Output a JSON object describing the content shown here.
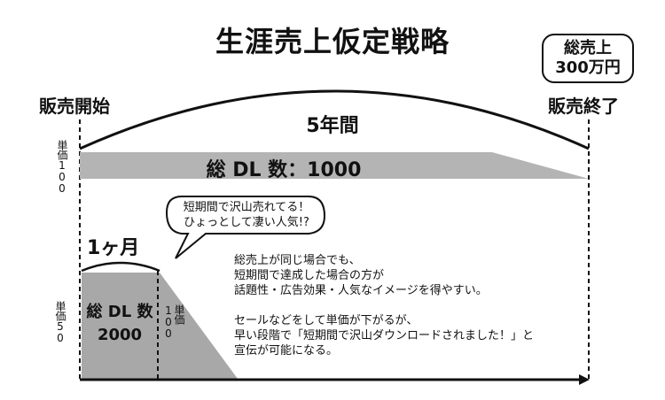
{
  "title": "生涯売上仮定戦略",
  "total_sales_badge": {
    "line1": "総売上",
    "line2": "300万円"
  },
  "start_label": "販売開始",
  "end_label": "販売終了",
  "period_label": "5年間",
  "long_term": {
    "unit_price_label": "単価100",
    "bar_label": "総 DL 数：1000"
  },
  "short_term": {
    "period_label": "1ヶ月",
    "unit_price_label": "単価50",
    "block_line1": "総 DL 数",
    "block_line2": "2000",
    "after_unit_price_label": "単価100"
  },
  "speech_bubble": {
    "line1": "短期間で沢山売れてる！",
    "line2": "ひょっとして凄い人気!?"
  },
  "notes": [
    "総売上が同じ場合でも、",
    "短期間で達成した場合の方が",
    "話題性・広告効果・人気なイメージを得やすい。",
    "",
    "セールなどをして単価が下がるが、",
    "早い段階で「短期間で沢山ダウンロードされました！」と",
    "宣伝が可能になる。"
  ],
  "colors": {
    "bar_gray": "#b4b4b4",
    "block_gray": "#a8a8a8",
    "line": "#111111"
  }
}
